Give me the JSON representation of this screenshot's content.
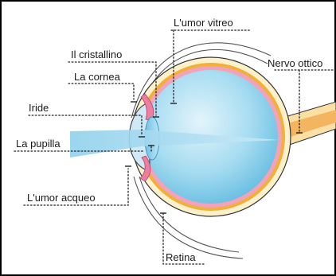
{
  "labels": {
    "vitreous": "L'umor vitreo",
    "lens": "Il cristallino",
    "cornea": "La cornea",
    "optic_nerve": "Nervo ottico",
    "iris": "Iride",
    "pupil": "La pupilla",
    "aqueous": "L'umor acqueo",
    "retina": "Retina"
  },
  "colors": {
    "frame": "#000000",
    "vitreous": "#7ccbe8",
    "retina_layer": "#f2a3bb",
    "choroid": "#f0b03a",
    "sclera": "#fbe7ad",
    "light_beam": "#9fd6ee",
    "nerve": "#f3b560"
  }
}
